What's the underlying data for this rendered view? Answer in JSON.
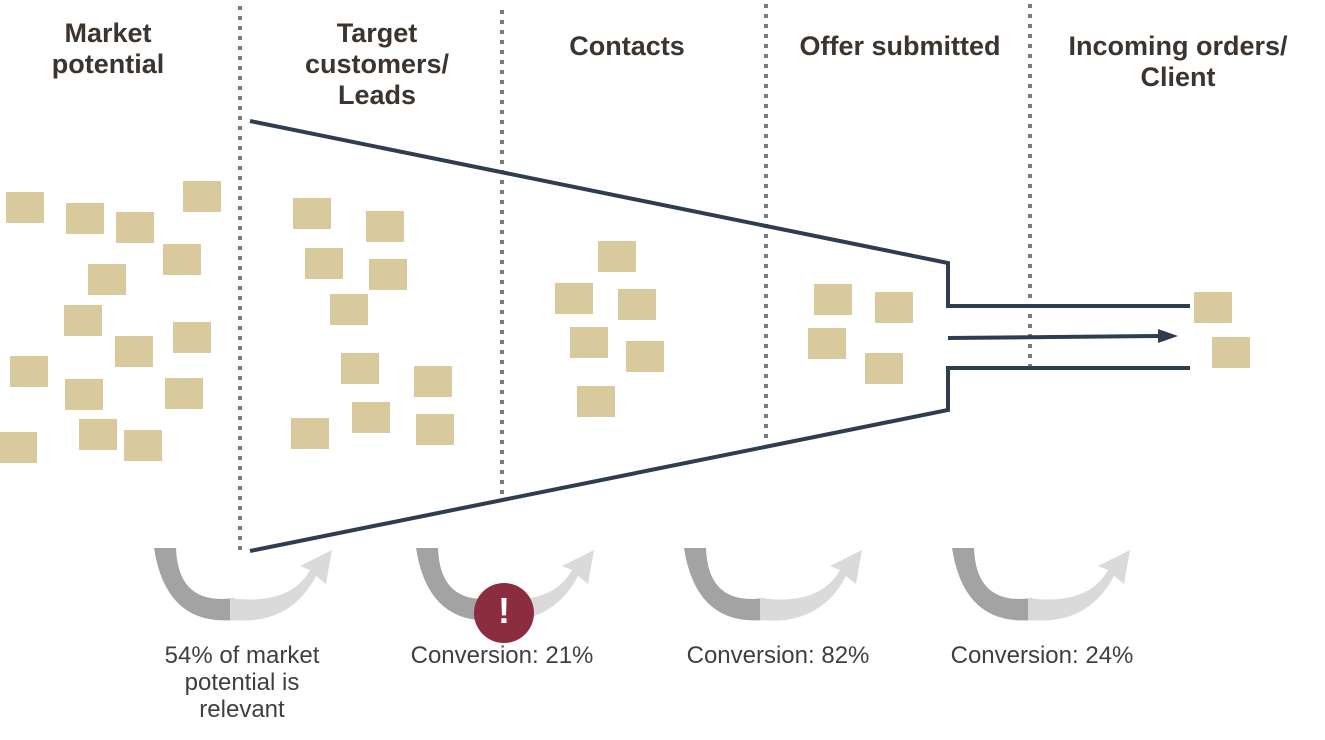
{
  "stages": [
    {
      "title": "Market\npotential"
    },
    {
      "title": "Target\ncustomers/\nLeads"
    },
    {
      "title": "Contacts"
    },
    {
      "title": "Offer submitted"
    },
    {
      "title": "Incoming orders/\nClient"
    }
  ],
  "conversions": [
    {
      "text": "54% of market\npotential is\nrelevant"
    },
    {
      "text": "Conversion: 21%"
    },
    {
      "text": "Conversion: 82%"
    },
    {
      "text": "Conversion: 24%"
    }
  ],
  "alert": {
    "symbol": "!"
  },
  "colors": {
    "note": "#d8ca9c",
    "funnel": "#2e3e50",
    "divider": "#7a7a7a",
    "arrow_dark": "#a3a3a3",
    "arrow_light": "#dadada",
    "alert": "#8b2d3e",
    "title_text": "#3b342f"
  }
}
